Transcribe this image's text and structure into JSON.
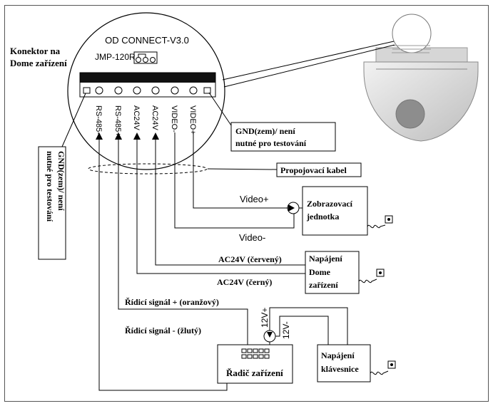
{
  "connector": {
    "title": "OD CONNECT-V3.0",
    "jumper": "JMP-120R",
    "pins": [
      "RS-485-",
      "RS-485+",
      "AC24V",
      "AC24V",
      "VIDEO-",
      "VIDEO+"
    ],
    "location_label": [
      "Konektor na",
      "Dome zařízení"
    ]
  },
  "gnd_note_right": [
    "GND(zem)/ není",
    "nutné pro testování"
  ],
  "gnd_note_left": [
    "GND(zem)/ není",
    "nutné pro testování"
  ],
  "cable_label": "Propojovací kabel",
  "wires": {
    "video_plus": "Video+",
    "video_minus": "Video-",
    "ac_red": "AC24V (červený)",
    "ac_black": "AC24V (černý)",
    "ctrl_plus": "Řídicí signál + (oranžový)",
    "ctrl_minus": "Řídicí signál - (žlutý)",
    "v12_plus": "12V+",
    "v12_minus": "12V-"
  },
  "boxes": {
    "display": [
      "Zobrazovací",
      "jednotka"
    ],
    "dome_power": [
      "Napájení",
      "Dome",
      "zařízení"
    ],
    "controller": "Řadič zařízení",
    "keyboard_power": [
      "Napájení",
      "klávesnice"
    ]
  }
}
